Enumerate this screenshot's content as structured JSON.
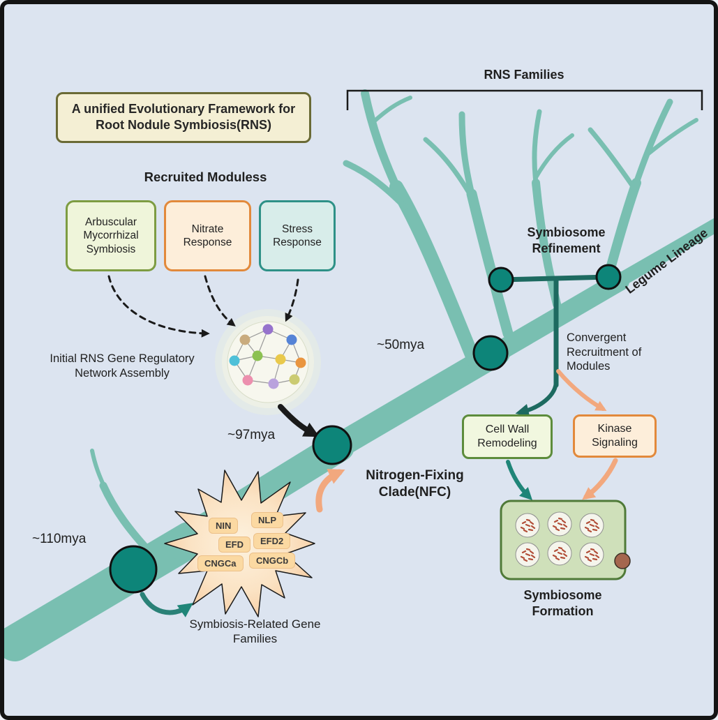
{
  "colors": {
    "branch_teal": "#79bfb1",
    "node_teal": "#0d8579",
    "dark_teal": "#1d6a60",
    "orange_arrow": "#f2a87e",
    "background": "#dce4f0"
  },
  "header": {
    "title": "A unified Evolutionary Framework for Root Nodule Symbiosis(RNS)"
  },
  "recruited_modules": {
    "heading": "Recruited Moduless",
    "items": [
      {
        "label": "Arbuscular Mycorrhizal Symbiosis"
      },
      {
        "label": "Nitrate Response"
      },
      {
        "label": "Stress Response"
      }
    ]
  },
  "grn": {
    "label": "Initial RNS Gene Regulatory Network Assembly"
  },
  "timeline": {
    "t110": "~110mya",
    "t97": "~97mya",
    "t50": "~50mya"
  },
  "nfc": {
    "label": "Nitrogen-Fixing Clade(NFC)"
  },
  "gene_families": {
    "items": [
      "NIN",
      "NLP",
      "EFD",
      "EFD2",
      "CNGCa",
      "CNGCb"
    ],
    "label": "Symbiosis-Related Gene Families"
  },
  "tree": {
    "rns_families": "RNS Families",
    "symbiosome_refinement": "Symbiosome Refinement",
    "legume_lineage": "Legume Lineage",
    "convergent": "Convergent Recruitment of Modules"
  },
  "modules": {
    "cell_wall": "Cell Wall Remodeling",
    "kinase": "Kinase Signaling"
  },
  "symbiosome": {
    "formation": "Symbiosome Formation"
  }
}
